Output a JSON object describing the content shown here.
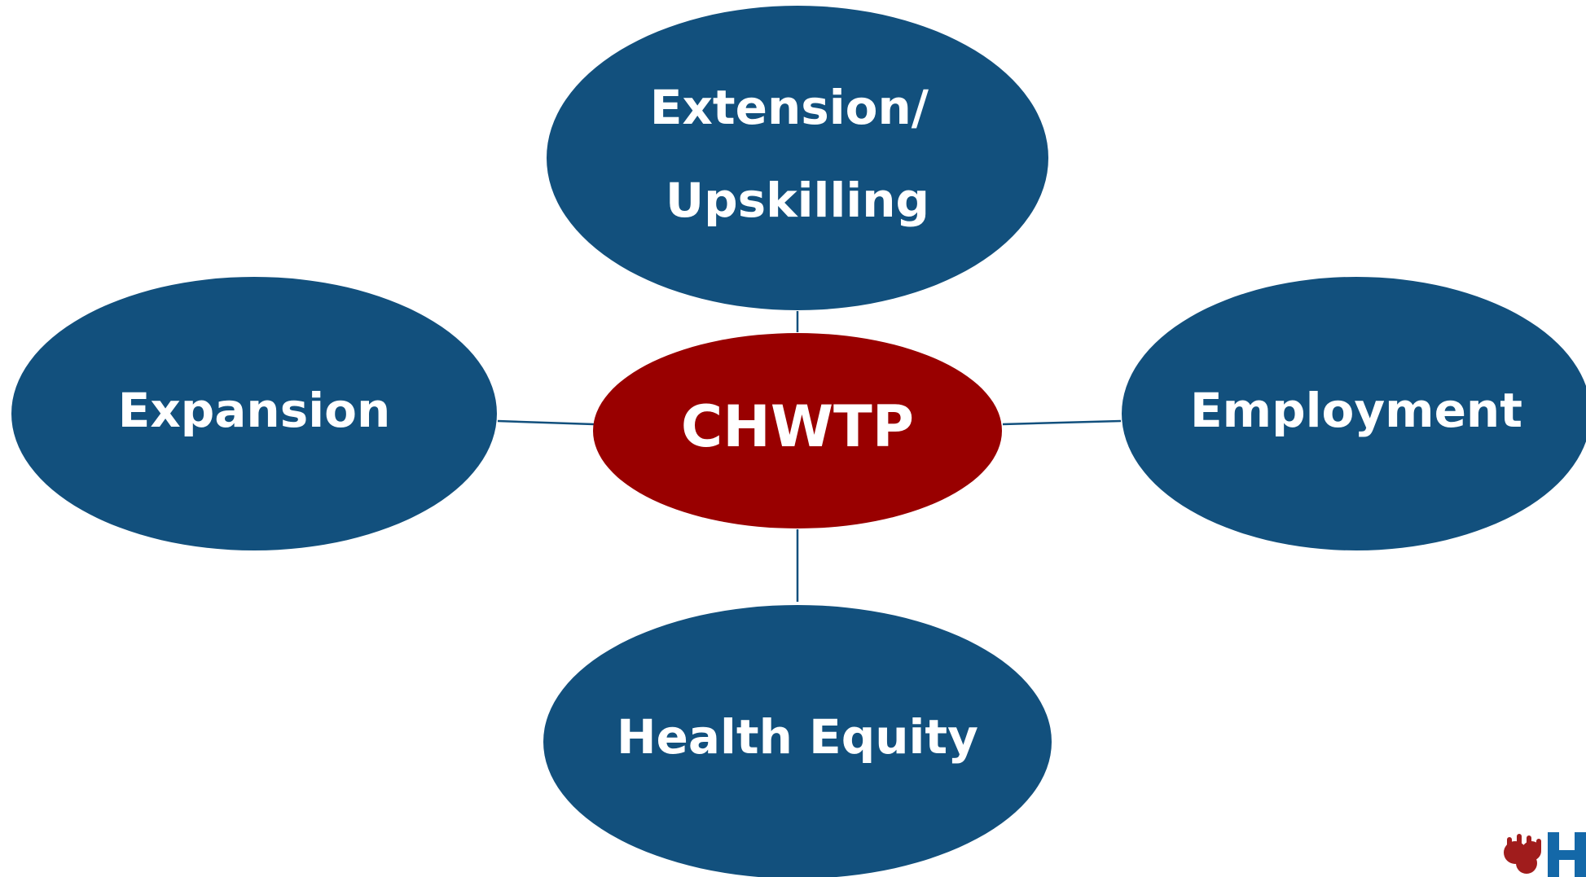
{
  "colors": {
    "outer_node_fill": "#12507d",
    "center_node_fill": "#990000",
    "label_text": "#ffffff",
    "connector": "#12507d",
    "logo_red": "#a01c1c",
    "logo_blue": "#1468a8"
  },
  "diagram": {
    "center": {
      "label": "CHWTP"
    },
    "nodes": {
      "top": {
        "line1": "Extension/",
        "line2": "Upskilling"
      },
      "left": {
        "label": "Expansion"
      },
      "right": {
        "label": "Employment"
      },
      "bottom": {
        "label": "Health Equity"
      }
    }
  },
  "logo": {
    "icon": "hands-icon",
    "letter": "H"
  }
}
